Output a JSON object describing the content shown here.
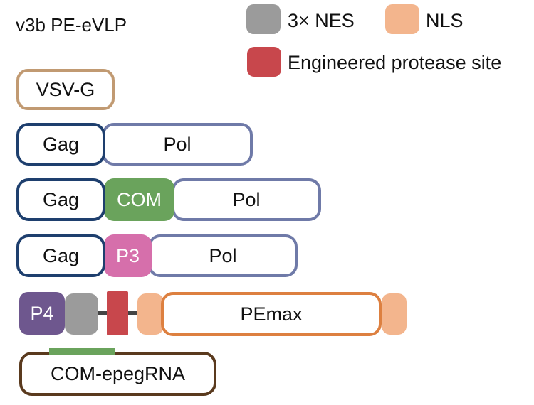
{
  "title": "v3b PE-eVLP",
  "legend": [
    {
      "label": "3× NES",
      "color": "#9b9b9b"
    },
    {
      "label": "NLS",
      "color": "#f3b58d"
    },
    {
      "label": "Engineered protease site",
      "color": "#c8474c"
    }
  ],
  "colors": {
    "vsvg": "#c19a72",
    "gag": "#1e3f6e",
    "pol": "#6f7aa8",
    "com": "#6aa35c",
    "p3": "#d66fab",
    "p4": "#6e578e",
    "pemax": "#dd8040",
    "epegrna": "#5a3a1e",
    "linker": "#444444"
  },
  "constructs": {
    "vsvg": {
      "label": "VSV-G"
    },
    "row1": {
      "gag": "Gag",
      "pol": "Pol"
    },
    "row2": {
      "gag": "Gag",
      "com": "COM",
      "pol": "Pol"
    },
    "row3": {
      "gag": "Gag",
      "p3": "P3",
      "pol": "Pol"
    },
    "row4": {
      "p4": "P4",
      "pemax": "PEmax"
    },
    "rna": {
      "label": "COM-epegRNA"
    }
  }
}
